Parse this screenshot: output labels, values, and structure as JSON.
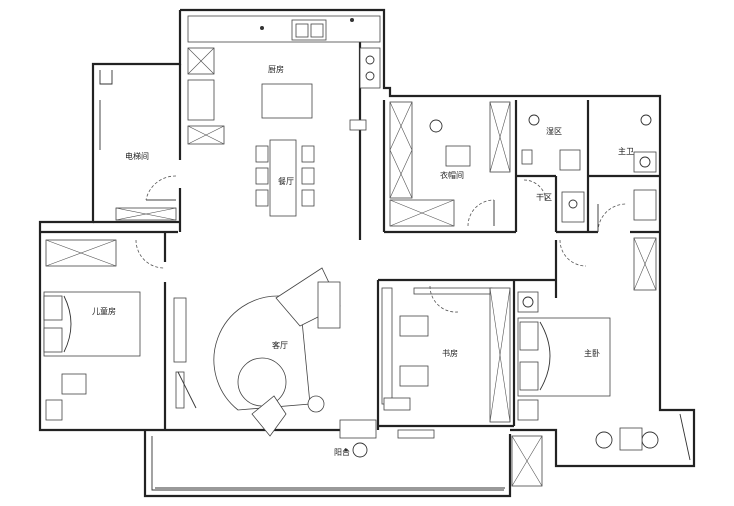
{
  "rooms": {
    "kitchen": "厨房",
    "elevator_hall": "电梯间",
    "dining": "餐厅",
    "cloakroom": "衣帽间",
    "wet_area": "湿区",
    "master_bath": "主卫",
    "dry_area": "干区",
    "kids_room": "儿童房",
    "living_room": "客厅",
    "study": "书房",
    "master_bedroom": "主卧",
    "balcony": "阳台"
  }
}
